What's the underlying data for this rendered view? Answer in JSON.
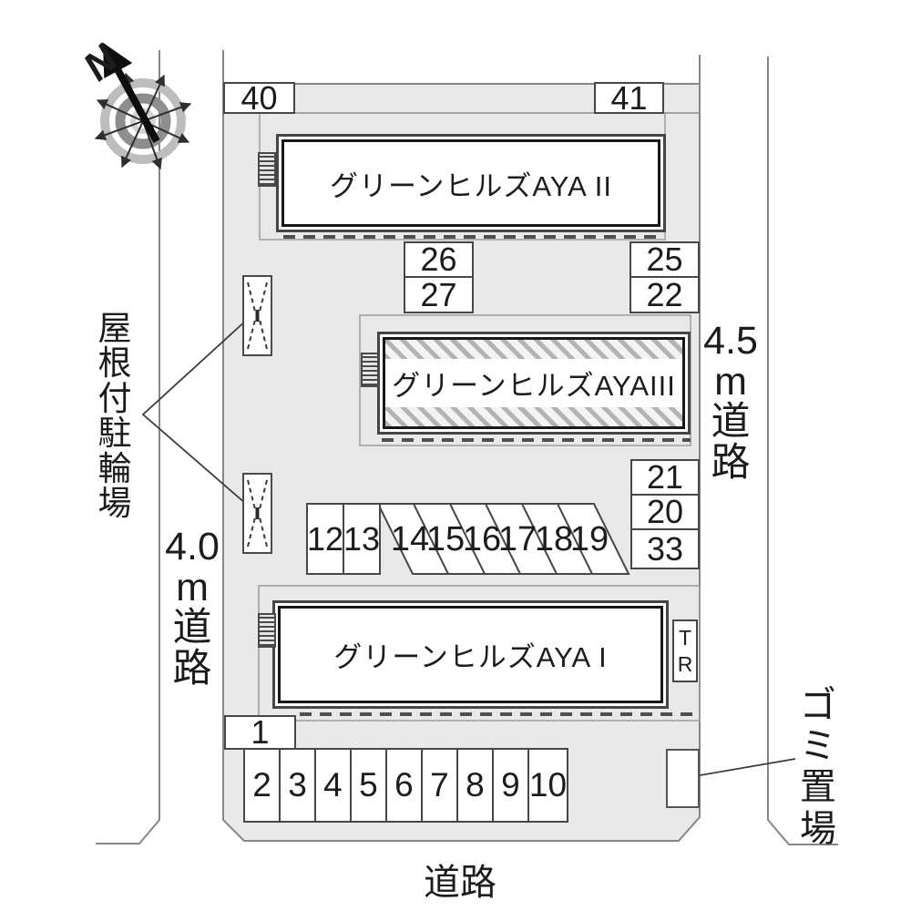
{
  "colors": {
    "site_fill": "#e9e9e9",
    "boundary_line": "#868686",
    "box_border": "#474747",
    "building_border": "#454545",
    "text": "#1c1c1c"
  },
  "compass": {
    "north_label": "N"
  },
  "buildings": {
    "aya2": {
      "name": "グリーンヒルズAYA II"
    },
    "aya3": {
      "name": "グリーンヒルズAYAIII"
    },
    "aya1": {
      "name": "グリーンヒルズAYA I"
    }
  },
  "parking": {
    "top_row": [
      "40",
      "41"
    ],
    "mid_left_col": [
      "26",
      "27"
    ],
    "mid_right_col": [
      "25",
      "22"
    ],
    "right_col": [
      "21",
      "20",
      "33"
    ],
    "row_12_13": [
      "12",
      "13"
    ],
    "diagonal_row": [
      "14",
      "15",
      "16",
      "17",
      "18",
      "19"
    ],
    "space_1": "1",
    "bottom_row": [
      "2",
      "3",
      "4",
      "5",
      "6",
      "7",
      "8",
      "9",
      "10"
    ]
  },
  "labels": {
    "covered_bicycle_parking": {
      "text": "屋根付駐輪場",
      "chars": [
        "屋",
        "根",
        "付",
        "駐",
        "輪",
        "場"
      ]
    },
    "garbage_area": {
      "text": "ゴミ置場",
      "chars": [
        "ゴ",
        "ミ",
        "置",
        "場"
      ]
    },
    "trash_room": {
      "text": "TR",
      "chars": [
        "T",
        "R"
      ]
    }
  },
  "roads": {
    "left": {
      "text": "4.0m道路",
      "lines": [
        "4.0",
        "m",
        "道",
        "路"
      ]
    },
    "right": {
      "text": "4.5m道路",
      "lines": [
        "4.5",
        "m",
        "道",
        "路"
      ]
    },
    "bottom": {
      "text": "道路"
    }
  }
}
